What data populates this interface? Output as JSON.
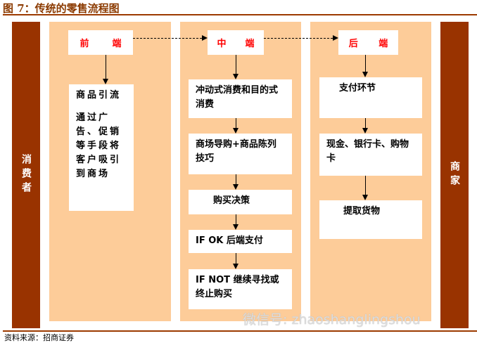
{
  "title": "图 7：传统的零售流程图",
  "left_bar": "消费者",
  "right_bar": "商家",
  "columns": [
    {
      "header": [
        "前",
        "端"
      ],
      "boxes": [
        "商品引流",
        "通过广告、促销等手段将客户吸引到商场"
      ]
    },
    {
      "header": [
        "中",
        "端"
      ],
      "boxes": [
        "冲动式消费和目的式消费",
        "商场导购+商品陈列技巧",
        "购买决策",
        "IF OK  后端支付",
        "IF NOT 继续寻找或终止购买"
      ]
    },
    {
      "header": [
        "后",
        "端"
      ],
      "boxes": [
        "支付环节",
        "现金、银行卡、购物卡",
        "提取货物"
      ]
    }
  ],
  "source": "资料来源：招商证券",
  "watermark": "微信号: zhaoshanglingshou"
}
